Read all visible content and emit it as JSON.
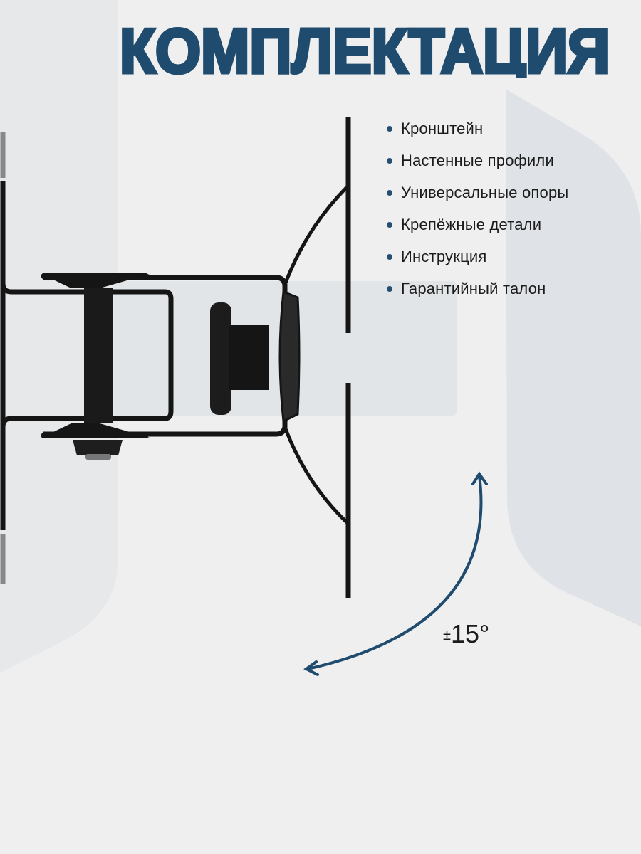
{
  "title": "КОМПЛЕКТАЦИЯ",
  "colors": {
    "accent": "#1f4b6e",
    "background": "#efefef",
    "metal": "#151515"
  },
  "kit_items": [
    "Кронштейн",
    "Настенные профили",
    "Универсальные опоры",
    "Крепёжные детали",
    "Инструкция",
    "Гарантийный талон"
  ],
  "tilt": {
    "sign": "±",
    "value": "15°"
  }
}
